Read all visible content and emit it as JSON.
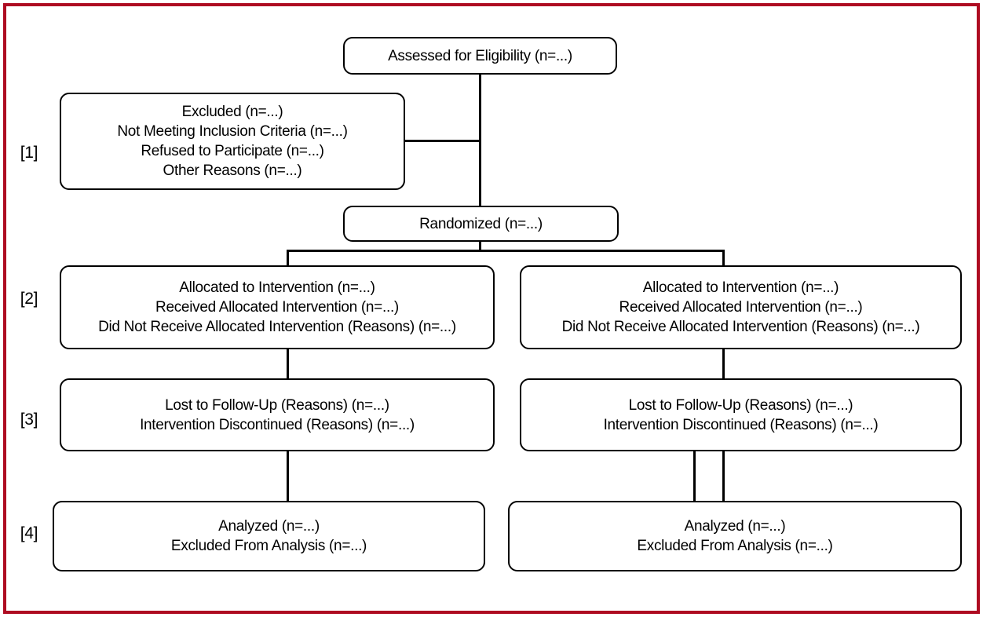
{
  "page": {
    "background": "#ffffff",
    "frame_border_color": "#ae0b22",
    "line_color": "#000000",
    "text_color": "#000000"
  },
  "diagram": {
    "type": "consort-participant-flow",
    "row_labels": [
      "[1]",
      "[2]",
      "[3]",
      "[4]"
    ],
    "boxes": {
      "assessed": {
        "lines": [
          "Assessed for Eligibility (n=...)"
        ]
      },
      "excluded": {
        "lines": [
          "Excluded (n=...)",
          "Not Meeting Inclusion Criteria (n=...)",
          "Refused to Participate (n=...)",
          "Other Reasons (n=...)"
        ]
      },
      "randomized": {
        "lines": [
          "Randomized (n=...)"
        ]
      },
      "allocation_left": {
        "lines": [
          "Allocated to Intervention (n=...)",
          "Received Allocated Intervention (n=...)",
          "Did Not Receive Allocated Intervention (Reasons) (n=...)"
        ]
      },
      "allocation_right": {
        "lines": [
          "Allocated to Intervention (n=...)",
          "Received Allocated Intervention (n=...)",
          "Did Not Receive Allocated Intervention (Reasons) (n=...)"
        ]
      },
      "followup_left": {
        "lines": [
          "Lost to Follow-Up (Reasons) (n=...)",
          "Intervention Discontinued (Reasons) (n=...)"
        ]
      },
      "followup_right": {
        "lines": [
          "Lost to Follow-Up (Reasons) (n=...)",
          "Intervention Discontinued (Reasons) (n=...)"
        ]
      },
      "analysis_left": {
        "lines": [
          "Analyzed (n=...)",
          "Excluded From Analysis (n=...)"
        ]
      },
      "analysis_right": {
        "lines": [
          "Analyzed (n=...)",
          "Excluded From Analysis (n=...)"
        ]
      }
    }
  }
}
